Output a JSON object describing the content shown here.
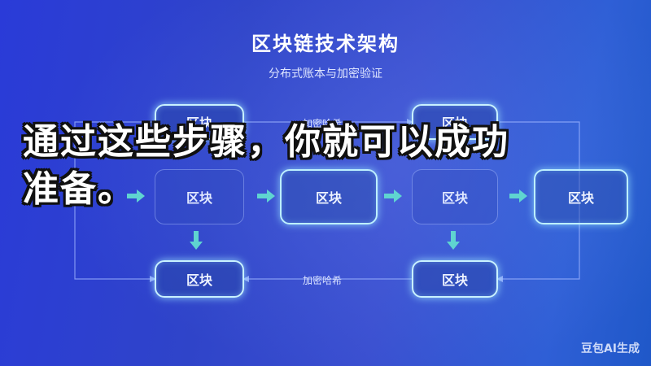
{
  "title": "区块链技术架构",
  "subtitle": "分布式账本与加密验证",
  "blocks": {
    "top_left": "区块",
    "top_right": "区块",
    "mid_1": "区块",
    "mid_2": "区块",
    "mid_3": "区块",
    "mid_4": "区块",
    "bottom_left": "区块",
    "bottom_right": "区块"
  },
  "labels": {
    "top_link": "加密哈希",
    "bottom_link": "加密哈希"
  },
  "overlay": {
    "line1": "通过这些步骤，你就可以成功",
    "line2": "准备。"
  },
  "watermark": "豆包AI生成",
  "colors": {
    "background": "#2f44c9",
    "glow_border": "#c9f2ff",
    "arrow": "#5fd4d0",
    "connector": "#9fb6ff"
  }
}
